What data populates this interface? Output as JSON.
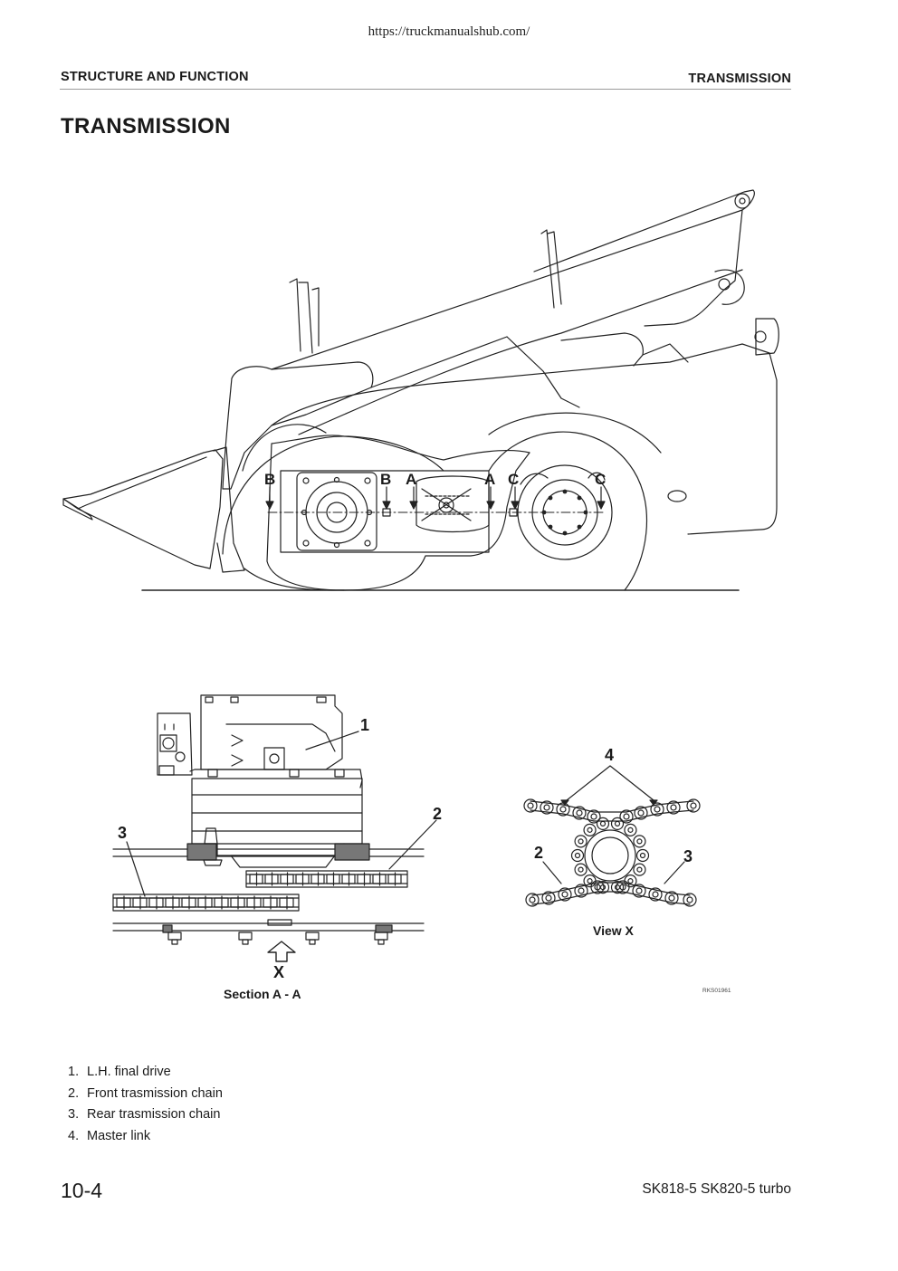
{
  "source_url": "https://truckmanualshub.com/",
  "header": {
    "section": "STRUCTURE AND FUNCTION",
    "chapter": "TRANSMISSION"
  },
  "page_title": "TRANSMISSION",
  "figure": {
    "side_view_labels": [
      "B",
      "B",
      "A",
      "A",
      "C",
      "C"
    ],
    "section_callouts": [
      "1",
      "2",
      "3"
    ],
    "view_arrow_label": "X",
    "section_caption": "Section A - A",
    "view_callouts": [
      "4",
      "2",
      "3"
    ],
    "view_caption": "View X",
    "drawing_code": "RKS01961"
  },
  "legend": [
    {
      "num": "1.",
      "text": "L.H. final drive"
    },
    {
      "num": "2.",
      "text": "Front trasmission chain"
    },
    {
      "num": "3.",
      "text": "Rear trasmission chain"
    },
    {
      "num": "4.",
      "text": "Master link"
    }
  ],
  "footer": {
    "page_number": "10-4",
    "model": "SK818-5  SK820-5 turbo"
  }
}
